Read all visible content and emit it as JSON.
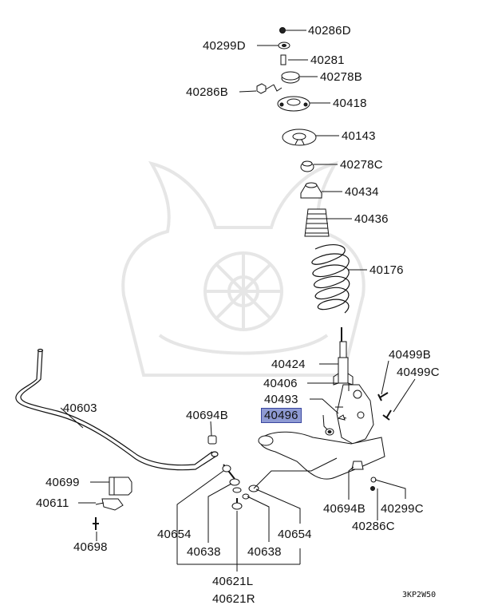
{
  "diagram": {
    "highlighted_part": "40496",
    "diagram_code": "3KP2W50",
    "parts": [
      {
        "id": "p-40286D",
        "label": "40286D"
      },
      {
        "id": "p-40299D",
        "label": "40299D"
      },
      {
        "id": "p-40281",
        "label": "40281"
      },
      {
        "id": "p-40278B",
        "label": "40278B"
      },
      {
        "id": "p-40286B",
        "label": "40286B"
      },
      {
        "id": "p-40418",
        "label": "40418"
      },
      {
        "id": "p-40143",
        "label": "40143"
      },
      {
        "id": "p-40278C",
        "label": "40278C"
      },
      {
        "id": "p-40434",
        "label": "40434"
      },
      {
        "id": "p-40436",
        "label": "40436"
      },
      {
        "id": "p-40176",
        "label": "40176"
      },
      {
        "id": "p-40424",
        "label": "40424"
      },
      {
        "id": "p-40499B",
        "label": "40499B"
      },
      {
        "id": "p-40499C",
        "label": "40499C"
      },
      {
        "id": "p-40406",
        "label": "40406"
      },
      {
        "id": "p-40493",
        "label": "40493"
      },
      {
        "id": "p-40496",
        "label": "40496"
      },
      {
        "id": "p-40603",
        "label": "40603"
      },
      {
        "id": "p-40694B-a",
        "label": "40694B"
      },
      {
        "id": "p-40699",
        "label": "40699"
      },
      {
        "id": "p-40611",
        "label": "40611"
      },
      {
        "id": "p-40698",
        "label": "40698"
      },
      {
        "id": "p-40654-a",
        "label": "40654"
      },
      {
        "id": "p-40638-a",
        "label": "40638"
      },
      {
        "id": "p-40638-b",
        "label": "40638"
      },
      {
        "id": "p-40654-b",
        "label": "40654"
      },
      {
        "id": "p-40621L",
        "label": "40621L"
      },
      {
        "id": "p-40621R",
        "label": "40621R"
      },
      {
        "id": "p-40694B-b",
        "label": "40694B"
      },
      {
        "id": "p-40299C",
        "label": "40299C"
      },
      {
        "id": "p-40286C",
        "label": "40286C"
      }
    ],
    "colors": {
      "highlight": "#8e9ad3",
      "line": "#111111",
      "watermark": "#e4e4e4"
    }
  }
}
